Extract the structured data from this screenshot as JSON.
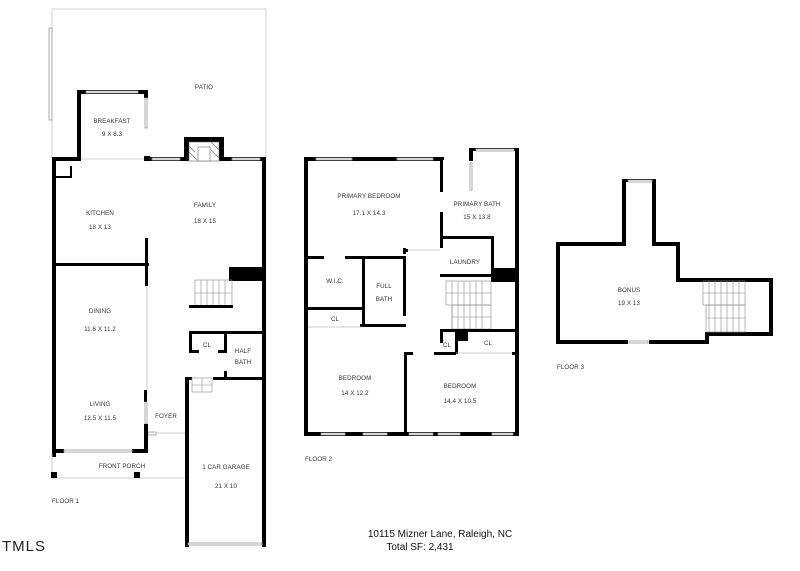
{
  "address": "10115 Mizner Lane, Raleigh, NC",
  "total_sf": "Total SF: 2,431",
  "watermark": "TMLS",
  "floors": [
    {
      "label": "FLOOR 1",
      "rooms": [
        {
          "name": "PATIO",
          "dims": ""
        },
        {
          "name": "BREAKFAST",
          "dims": "9 X 8.3"
        },
        {
          "name": "KITCHEN",
          "dims": "18 X 13"
        },
        {
          "name": "FAMILY",
          "dims": "18 X 15"
        },
        {
          "name": "DINING",
          "dims": "11.6 X 11.2"
        },
        {
          "name": "LIVING",
          "dims": "12.5 X 11.5"
        },
        {
          "name": "CL",
          "dims": ""
        },
        {
          "name": "HALF",
          "dims": "BATH"
        },
        {
          "name": "FOYER",
          "dims": ""
        },
        {
          "name": "FRONT PORCH",
          "dims": ""
        },
        {
          "name": "1 CAR GARAGE",
          "dims": "21 X 10"
        }
      ]
    },
    {
      "label": "FLOOR 2",
      "rooms": [
        {
          "name": "PRIMARY BEDROOM",
          "dims": "17.1 X 14.3"
        },
        {
          "name": "PRIMARY BATH",
          "dims": "15 X 13.8"
        },
        {
          "name": "LAUNDRY",
          "dims": ""
        },
        {
          "name": "W.I.C.",
          "dims": ""
        },
        {
          "name": "FULL",
          "dims": "BATH"
        },
        {
          "name": "CL",
          "dims": ""
        },
        {
          "name": "BEDROOM",
          "dims": "14 X 12.2"
        },
        {
          "name": "BEDROOM",
          "dims": "14.4 X 10.5"
        },
        {
          "name": "CL",
          "dims": ""
        },
        {
          "name": "CL",
          "dims": ""
        }
      ]
    },
    {
      "label": "FLOOR 3",
      "rooms": [
        {
          "name": "BONUS",
          "dims": "19 X 13"
        }
      ]
    }
  ]
}
